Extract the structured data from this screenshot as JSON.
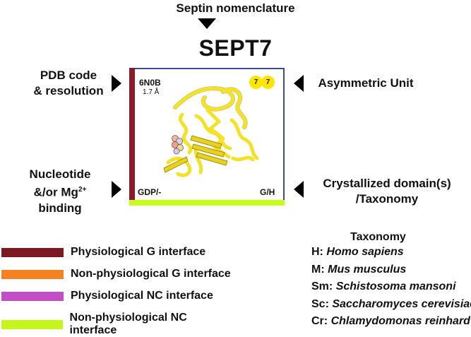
{
  "header": {
    "nomenclature": "Septin nomenclature",
    "title": "SEPT7"
  },
  "left_labels": {
    "pdb_line1": "PDB code",
    "pdb_line2": "& resolution",
    "nuc_line1": "Nucleotide",
    "nuc_line2_prefix": "&/or Mg",
    "nuc_line2_sup": "2+",
    "nuc_line3": "binding"
  },
  "right_labels": {
    "asym": "Asymmetric Unit",
    "cryst_line1": "Crystallized domain(s)",
    "cryst_line2": "/Taxonomy"
  },
  "box": {
    "pdb_code": "6N0B",
    "resolution": "1.7 Å",
    "badge_a": "7",
    "badge_b": "7",
    "nucleotide": "GDP/-",
    "domain_taxonomy": "G/H",
    "colors": {
      "left_edge": "#8b1a2b",
      "bottom_edge": "#c6ff1a",
      "outline": "#3b4aa0",
      "protein": "#f3e227"
    }
  },
  "legend": {
    "items": [
      {
        "label": "Physiological G interface",
        "color": "#7d1722"
      },
      {
        "label": "Non-physiological G interface",
        "color": "#f58220"
      },
      {
        "label": "Physiological NC interface",
        "color": "#c24fc6"
      },
      {
        "label": "Non-physiological NC interface",
        "color": "#c6f51c"
      }
    ]
  },
  "taxonomy": {
    "title": "Taxonomy",
    "entries": [
      {
        "code": "H:",
        "name": "Homo sapiens"
      },
      {
        "code": "M:",
        "name": "Mus musculus"
      },
      {
        "code": "Sm:",
        "name": "Schistosoma mansoni"
      },
      {
        "code": "Sc:",
        "name": "Saccharomyces cerevisiae"
      },
      {
        "code": "Cr:",
        "name": "Chlamydomonas reinhardtii"
      }
    ]
  }
}
